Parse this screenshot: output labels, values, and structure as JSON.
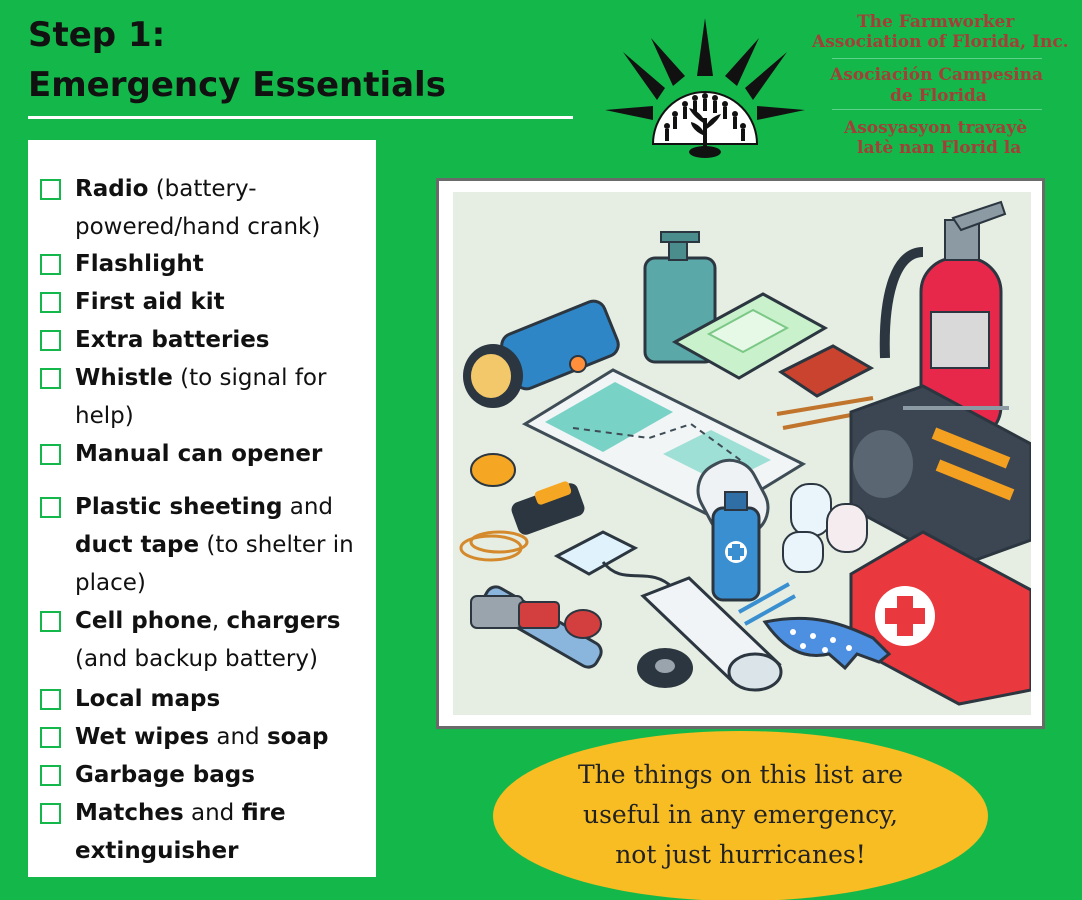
{
  "header": {
    "title_line1": "Step 1:",
    "title_line2": "Emergency Essentials"
  },
  "organization": {
    "english_line1": "The Farmworker",
    "english_line2": "Association of Florida, Inc.",
    "spanish_line1": "Asociación Campesina",
    "spanish_line2": "de Florida",
    "creole_line1": "Asosyasyon travayè",
    "creole_line2": "latè nan Florid la"
  },
  "checklist": [
    {
      "lines": [
        [
          {
            "t": "Radio",
            "b": true
          },
          {
            "t": " (battery-",
            "b": false
          }
        ],
        [
          {
            "t": "powered/hand crank)",
            "b": false
          }
        ]
      ]
    },
    {
      "lines": [
        [
          {
            "t": "Flashlight",
            "b": true
          }
        ]
      ]
    },
    {
      "lines": [
        [
          {
            "t": "First aid kit",
            "b": true
          }
        ]
      ]
    },
    {
      "lines": [
        [
          {
            "t": "Extra batteries",
            "b": true
          }
        ]
      ]
    },
    {
      "lines": [
        [
          {
            "t": "Whistle",
            "b": true
          },
          {
            "t": " (to signal for",
            "b": false
          }
        ],
        [
          {
            "t": "help)",
            "b": false
          }
        ]
      ]
    },
    {
      "lines": [
        [
          {
            "t": "Manual can opener",
            "b": true
          }
        ]
      ]
    },
    {
      "lines": [
        [
          {
            "t": "Plastic sheeting",
            "b": true
          },
          {
            "t": " and",
            "b": false
          }
        ],
        [
          {
            "t": "duct tape",
            "b": true
          },
          {
            "t": " (to shelter in",
            "b": false
          }
        ],
        [
          {
            "t": "place)",
            "b": false
          }
        ]
      ]
    },
    {
      "lines": [
        [
          {
            "t": "Cell phone",
            "b": true
          },
          {
            "t": ", ",
            "b": false
          },
          {
            "t": "chargers",
            "b": true
          }
        ],
        [
          {
            "t": "(and backup battery)",
            "b": false
          }
        ]
      ]
    },
    {
      "lines": [
        [
          {
            "t": "Local maps",
            "b": true
          }
        ]
      ]
    },
    {
      "lines": [
        [
          {
            "t": "Wet wipes",
            "b": true
          },
          {
            "t": " and ",
            "b": false
          },
          {
            "t": "soap",
            "b": true
          }
        ]
      ]
    },
    {
      "lines": [
        [
          {
            "t": "Garbage bags",
            "b": true
          }
        ]
      ]
    },
    {
      "lines": [
        [
          {
            "t": "Matches",
            "b": true
          },
          {
            "t": " and ",
            "b": false
          },
          {
            "t": "fire",
            "b": true
          }
        ],
        [
          {
            "t": "extinguisher",
            "b": true
          }
        ]
      ]
    }
  ],
  "callout": {
    "line1": "The things on this list are",
    "line2": "useful in any emergency,",
    "line3": "not just hurricanes!"
  },
  "colors": {
    "background": "#14b84a",
    "checkbox_border": "#14b84a",
    "org_text": "#a33f38",
    "callout_fill": "#f7bd22",
    "illustration_bg": "#e6ede2"
  }
}
